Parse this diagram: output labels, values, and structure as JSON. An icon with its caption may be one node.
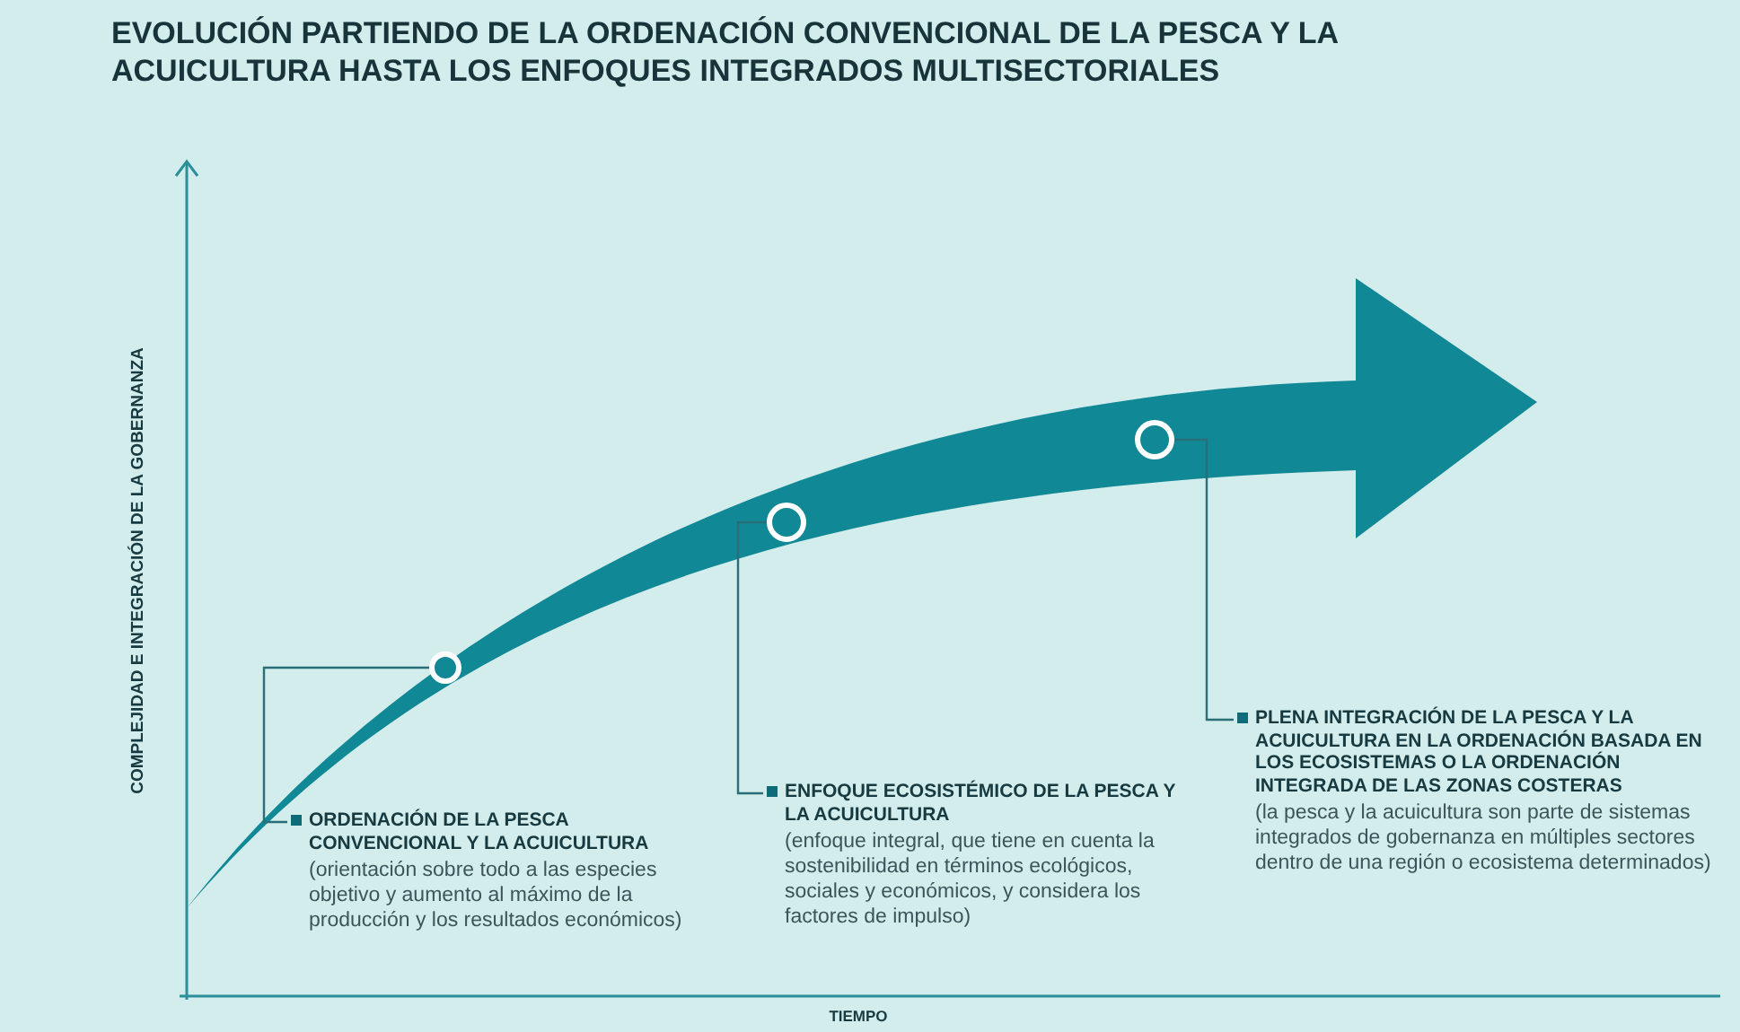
{
  "diagram": {
    "title": "EVOLUCIÓN PARTIENDO DE LA ORDENACIÓN CONVENCIONAL DE LA PESCA Y LA ACUICULTURA HASTA LOS ENFOQUES INTEGRADOS MULTISECTORIALES",
    "nodes": [
      {
        "text": [
          "ORDENACIÓN DE LA PESCA CONVENCIONAL Y LA ACUICULTURA",
          "(orientación sobre todo a las especies objetivo y aumento al máximo de la producción y los resultados económicos)"
        ]
      },
      {
        "text": [
          "ENFOQUE ECOSISTÉMICO DE LA PESCA Y LA ACUICULTURA",
          "(enfoque integral, que tiene en cuenta la sostenibilidad en términos ecológicos, sociales y económicos, y considera los factores de impulso)"
        ]
      },
      {
        "text": [
          "PLENA INTEGRACIÓN DE LA PESCA Y LA ACUICULTURA EN LA ORDENACIÓN BASADA EN LOS ECOSISTEMAS O LA ORDENACIÓN INTEGRADA DE LAS ZONAS COSTERAS",
          "(la pesca y la acuicultura son parte de sistemas integrados de gobernanza en múltiples sectores dentro de una región o ecosistema determinados)"
        ]
      },
      {
        "text": [],
        "shape": "circle"
      },
      {
        "text": [],
        "shape": "circle"
      },
      {
        "text": [],
        "shape": "circle"
      }
    ],
    "edges": [
      {
        "from": 0,
        "to": 3,
        "arrow": "none"
      },
      {
        "from": 1,
        "to": 4,
        "arrow": "none"
      },
      {
        "from": 2,
        "to": 5,
        "arrow": "none"
      }
    ],
    "labels": [
      "COMPLEJIDAD E INTEGRACIÓN DE LA GOBERNANZA",
      "TIEMPO"
    ]
  }
}
